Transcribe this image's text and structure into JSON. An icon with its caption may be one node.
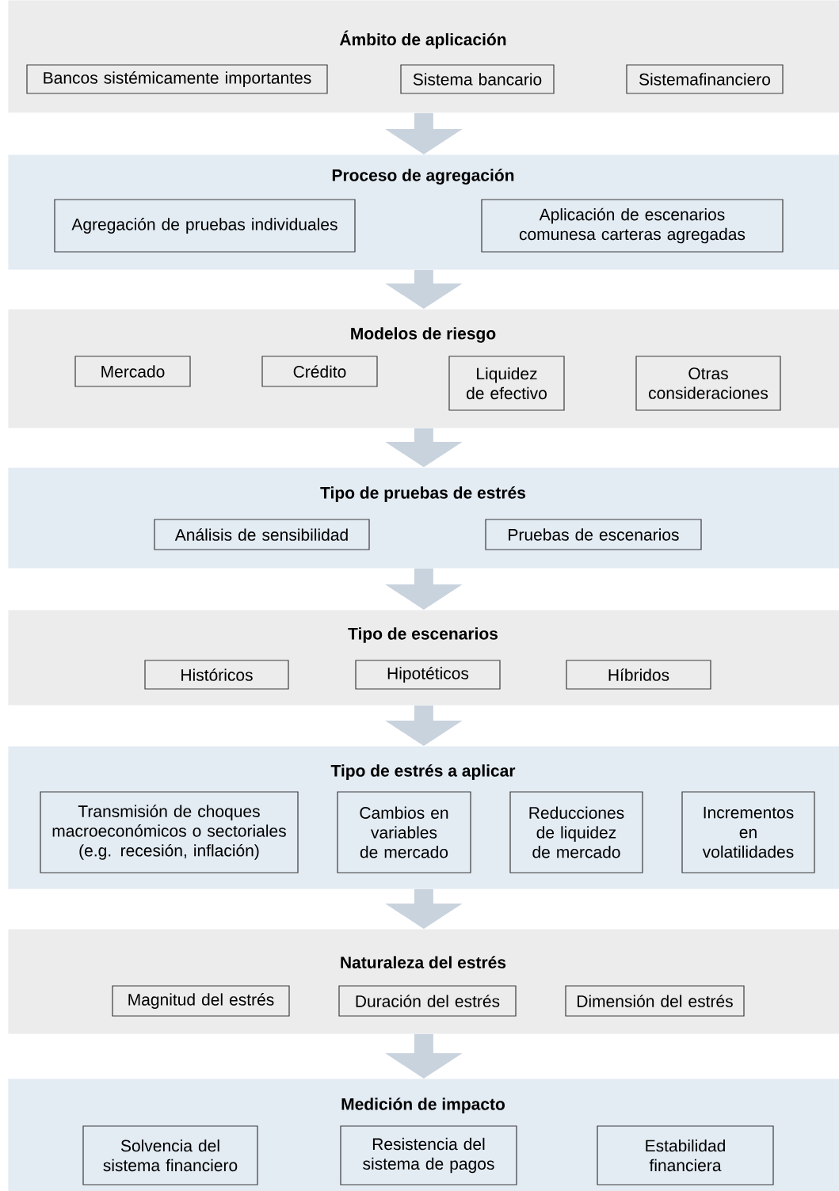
{
  "diagram": {
    "nodes": [
      {
        "text": [
          "Ámbito de aplicación"
        ]
      },
      {
        "text": [
          "Bancos sistémicamente importantes"
        ],
        "in": 0
      },
      {
        "text": [
          "Sistema bancario"
        ],
        "in": 0
      },
      {
        "text": [
          "Sistemafinanciero"
        ],
        "in": 0
      },
      {
        "text": [
          "Proceso de agregación"
        ]
      },
      {
        "text": [
          "Agregación de pruebas individuales"
        ],
        "in": 4
      },
      {
        "text": [
          "Aplicación de escenarios comunesa carteras agregadas"
        ],
        "in": 4
      },
      {
        "text": [
          "Modelos de riesgo"
        ]
      },
      {
        "text": [
          "Mercado"
        ],
        "in": 7
      },
      {
        "text": [
          "Crédito"
        ],
        "in": 7
      },
      {
        "text": [
          "Liquidez de efectivo"
        ],
        "in": 7
      },
      {
        "text": [
          "Otras consideraciones"
        ],
        "in": 7
      },
      {
        "text": [
          "Tipo de pruebas de estrés"
        ]
      },
      {
        "text": [
          "Análisis de sensibilidad"
        ],
        "in": 12
      },
      {
        "text": [
          "Pruebas de escenarios"
        ],
        "in": 12
      },
      {
        "text": [
          "Tipo de escenarios"
        ]
      },
      {
        "text": [
          "Históricos"
        ],
        "in": 15
      },
      {
        "text": [
          "Hipotéticos"
        ],
        "in": 15
      },
      {
        "text": [
          "Híbridos"
        ],
        "in": 15
      },
      {
        "text": [
          "Tipo de estrés a aplicar"
        ]
      },
      {
        "text": [
          "Transmisión de choques macroeconómicos o sectoriales (e.g. recesión, inflación)"
        ],
        "in": 19
      },
      {
        "text": [
          "Cambios en variables de mercado"
        ],
        "in": 19
      },
      {
        "text": [
          "Reducciones de liquidez de mercado"
        ],
        "in": 19
      },
      {
        "text": [
          "Incrementos en volatilidades"
        ],
        "in": 19
      },
      {
        "text": [
          "Naturaleza del estrés"
        ]
      },
      {
        "text": [
          "Magnitud del estrés"
        ],
        "in": 24
      },
      {
        "text": [
          "Duración del estrés"
        ],
        "in": 24
      },
      {
        "text": [
          "Dimensión del estrés"
        ],
        "in": 24
      },
      {
        "text": [
          "Medición de impacto"
        ]
      },
      {
        "text": [
          "Solvencia del sistema financiero"
        ],
        "in": 28
      },
      {
        "text": [
          "Resistencia del sistema de pagos"
        ],
        "in": 28
      },
      {
        "text": [
          "Estabilidad financiera"
        ],
        "in": 28
      }
    ],
    "edges": [
      {
        "from": 0,
        "to": 4,
        "arrow": "to"
      },
      {
        "from": 4,
        "to": 7,
        "arrow": "to"
      },
      {
        "from": 7,
        "to": 12,
        "arrow": "to"
      },
      {
        "from": 12,
        "to": 15,
        "arrow": "to"
      },
      {
        "from": 15,
        "to": 19,
        "arrow": "to"
      },
      {
        "from": 19,
        "to": 24,
        "arrow": "to"
      },
      {
        "from": 24,
        "to": 28,
        "arrow": "to"
      }
    ]
  }
}
